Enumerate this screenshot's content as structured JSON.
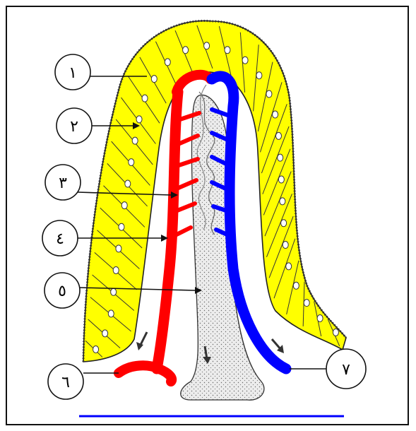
{
  "figure": {
    "colors": {
      "epithelium": "#ffff00",
      "artery": "#ff0000",
      "vein": "#0000ff",
      "lacteal": "#e6e6e6",
      "underline": "#0000ff"
    },
    "labels": [
      {
        "id": "1",
        "text": "١"
      },
      {
        "id": "2",
        "text": "٢"
      },
      {
        "id": "3",
        "text": "٣"
      },
      {
        "id": "4",
        "text": "٤"
      },
      {
        "id": "5",
        "text": "٥"
      },
      {
        "id": "6",
        "text": "٦"
      },
      {
        "id": "7",
        "text": "٧"
      }
    ]
  }
}
